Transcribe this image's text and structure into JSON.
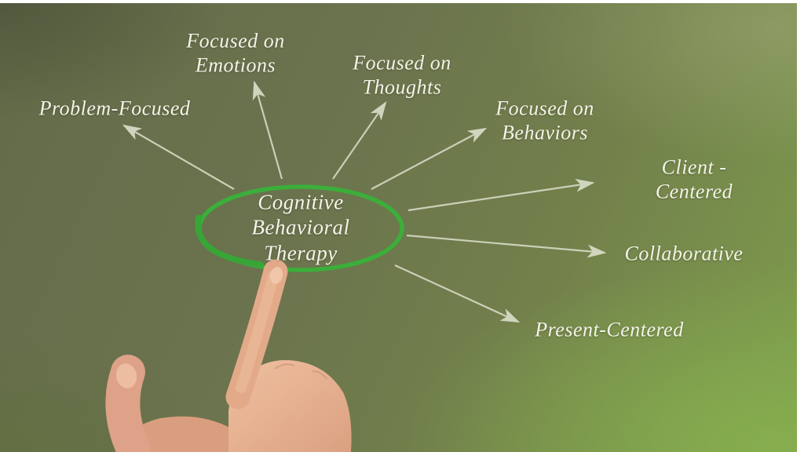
{
  "title": "Cognitive Behavioral Therapy diagram",
  "colors": {
    "ellipse_green": "#3cae3a",
    "label_white": "#f5f3e8",
    "arrow_gray": "#d3d7c1",
    "background_olive": "#6d7550",
    "background_bright_green": "#7f9d4d",
    "skin": "#e5ad8d"
  },
  "center": {
    "label": "Cognitive\nBehavioral\nTherapy"
  },
  "branches": [
    {
      "id": "problem-focused",
      "label": "Problem-Focused"
    },
    {
      "id": "focused-on-emotions",
      "label": "Focused on\nEmotions"
    },
    {
      "id": "focused-on-thoughts",
      "label": "Focused on\nThoughts"
    },
    {
      "id": "focused-on-behaviors",
      "label": "Focused on\nBehaviors"
    },
    {
      "id": "client-centered",
      "label": "Client -Centered"
    },
    {
      "id": "collaborative",
      "label": "Collaborative"
    },
    {
      "id": "present-centered",
      "label": "Present-Centered"
    }
  ]
}
